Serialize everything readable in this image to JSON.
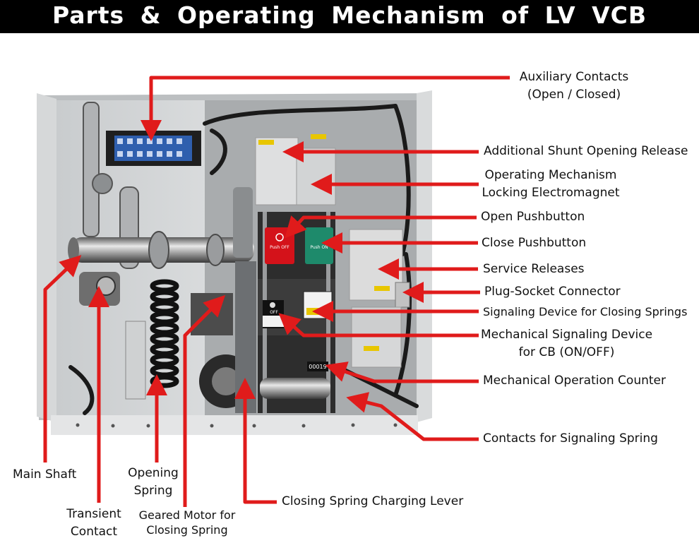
{
  "title": "Parts & Operating Mechanism of LV VCB",
  "colors": {
    "banner": "#000000",
    "arrow": "#e01b1b",
    "text": "#111111"
  },
  "labels": {
    "auxiliary_contacts": [
      "Auxiliary  Contacts",
      "(Open / Closed)"
    ],
    "additional_shunt": "Additional Shunt Opening Release",
    "locking_electromagnet": [
      "Operating Mechanism",
      "Locking Electromagnet"
    ],
    "open_pushbutton": "Open Pushbutton",
    "close_pushbutton": "Close Pushbutton",
    "service_releases": "Service Releases",
    "plug_socket": "Plug-Socket Connector",
    "signaling_closing_springs": "Signaling Device for Closing Springs",
    "mechanical_signaling": [
      "Mechanical Signaling Device",
      "for CB (ON/OFF)"
    ],
    "operation_counter": "Mechanical Operation Counter",
    "contacts_signaling_spring": "Contacts for Signaling Spring",
    "closing_spring_lever": "Closing Spring Charging Lever",
    "main_shaft": "Main Shaft",
    "opening_spring": [
      "Opening",
      "Spring"
    ],
    "transient_contact": [
      "Transient",
      "Contact"
    ],
    "geared_motor": [
      "Geared Motor for",
      "Closing Spring"
    ]
  },
  "device": {
    "push_off": "Push OFF",
    "push_on": "Push ON",
    "off_text": "OFF",
    "counter": "00019"
  }
}
